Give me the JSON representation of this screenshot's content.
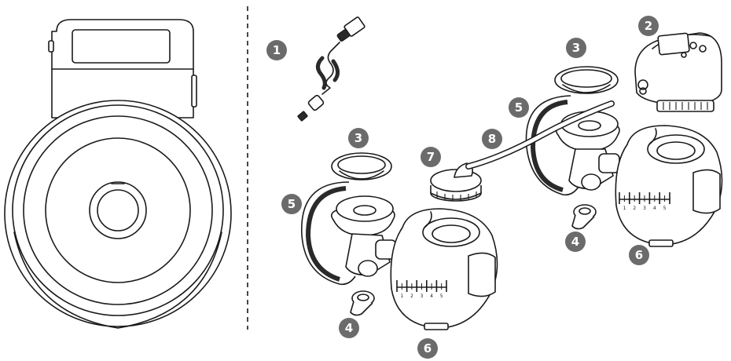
{
  "callouts": [
    {
      "id": "c1",
      "label": "1"
    },
    {
      "id": "c2",
      "label": "2"
    },
    {
      "id": "c3a",
      "label": "3"
    },
    {
      "id": "c3b",
      "label": "3"
    },
    {
      "id": "c4a",
      "label": "4"
    },
    {
      "id": "c4b",
      "label": "4"
    },
    {
      "id": "c5a",
      "label": "5"
    },
    {
      "id": "c5b",
      "label": "5"
    },
    {
      "id": "c6a",
      "label": "6"
    },
    {
      "id": "c6b",
      "label": "6"
    },
    {
      "id": "c7",
      "label": "7"
    },
    {
      "id": "c8",
      "label": "8"
    }
  ],
  "scale_marks": [
    "1",
    "2",
    "3",
    "4",
    "5"
  ],
  "colors": {
    "line": "#1a1a1a",
    "badge": "#6b6b6b",
    "background": "#ffffff"
  }
}
